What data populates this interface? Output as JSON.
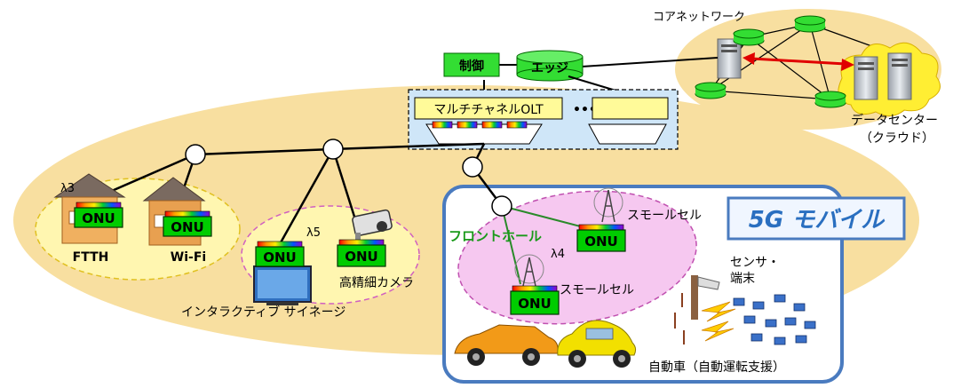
{
  "core": {
    "title": "コアネットワーク",
    "dc_label_1": "データセンター",
    "dc_label_2": "（クラウド）"
  },
  "control": {
    "label": "制御"
  },
  "edge": {
    "label": "エッジ"
  },
  "olt": {
    "label": "マルチチャネルOLT",
    "ellipsis": "•••"
  },
  "onu_label": "ONU",
  "home": {
    "lambda": "λ3",
    "ftth": "FTTH",
    "wifi": "Wi-Fi"
  },
  "signage": {
    "lambda": "λ5",
    "label": "インタラクティブ サイネージ",
    "camera": "高精細カメラ"
  },
  "mobile": {
    "title": "5G モバイル",
    "fronthaul": "フロントホール",
    "lambda": "λ4",
    "small_cell_1": "スモールセル",
    "small_cell_2": "スモールセル",
    "sensor_1": "センサ・",
    "sensor_2": "端末",
    "car": "自動車（自動運転支援）"
  },
  "colors": {
    "onu_green": "#00cc00",
    "region_beige": "#f8dfa0",
    "mobile_frame": "#4a7bbf",
    "pink_zone": "#f6c8f0",
    "yellow_zone": "#fff6b0",
    "link_red": "#e00000"
  }
}
